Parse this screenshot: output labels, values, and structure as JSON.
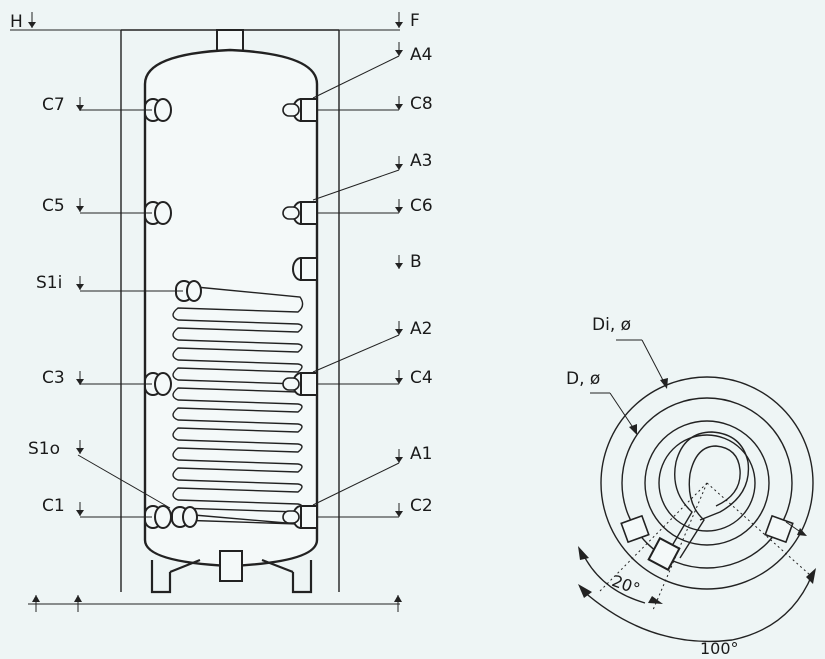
{
  "diagram": {
    "labels": {
      "H": "H",
      "F": "F",
      "A4": "A4",
      "C7": "C7",
      "C8": "C8",
      "A3": "A3",
      "C5": "C5",
      "C6": "C6",
      "B": "B",
      "S1i": "S1i",
      "A2": "A2",
      "C3": "C3",
      "C4": "C4",
      "S1o": "S1o",
      "A1": "A1",
      "C1": "C1",
      "C2": "C2"
    },
    "top_view": {
      "Di": "Di, ø",
      "D": "D, ø",
      "angle_small": "20°",
      "angle_large": "100°"
    }
  }
}
